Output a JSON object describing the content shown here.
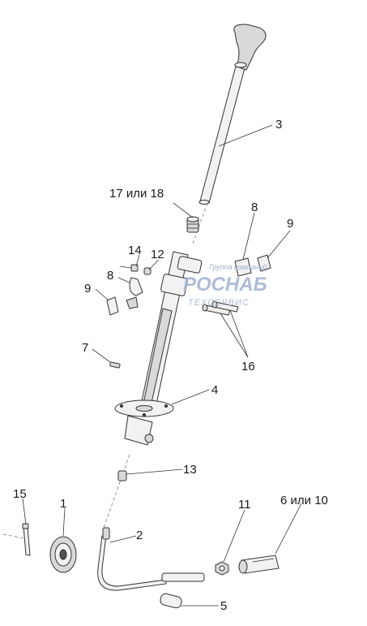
{
  "labels": [
    {
      "id": "3",
      "text": "3"
    },
    {
      "id": "17-or-18",
      "text": "17 или 18"
    },
    {
      "id": "8a",
      "text": "8"
    },
    {
      "id": "9a",
      "text": "9"
    },
    {
      "id": "14",
      "text": "14"
    },
    {
      "id": "12",
      "text": "12"
    },
    {
      "id": "8b",
      "text": "8"
    },
    {
      "id": "9b",
      "text": "9"
    },
    {
      "id": "16",
      "text": "16"
    },
    {
      "id": "7",
      "text": "7"
    },
    {
      "id": "4",
      "text": "4"
    },
    {
      "id": "13",
      "text": "13"
    },
    {
      "id": "15",
      "text": "15"
    },
    {
      "id": "1",
      "text": "1"
    },
    {
      "id": "2",
      "text": "2"
    },
    {
      "id": "11",
      "text": "11"
    },
    {
      "id": "6-or-10",
      "text": "6 или 10"
    },
    {
      "id": "5",
      "text": "5"
    }
  ],
  "watermark": {
    "line1": "Группа компаний",
    "line2": "РОСНАБ",
    "line3": "ТЕХСЕРВИС"
  },
  "colors": {
    "line": "#333333",
    "watermark": "#9fb2d2"
  }
}
